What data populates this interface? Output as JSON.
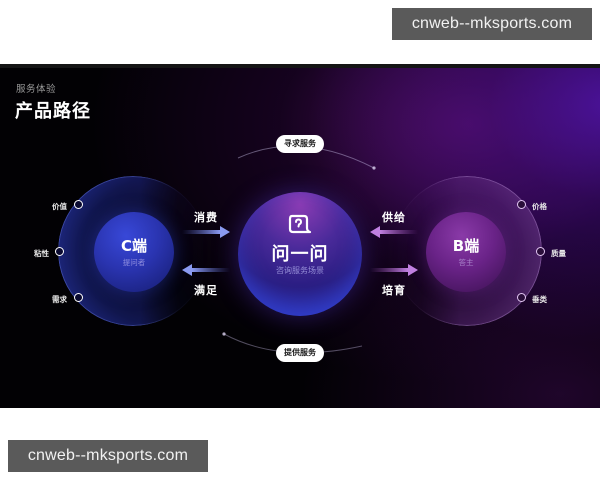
{
  "watermarks": {
    "top": "cnweb--mksports.com",
    "bottom": "cnweb--mksports.com"
  },
  "slide": {
    "subtitle": "服务体验",
    "title": "产品路径",
    "pills": {
      "top": "寻求服务",
      "bottom": "提供服务"
    },
    "center": {
      "icon": "question-bubble-icon",
      "title": "问一问",
      "subtitle": "咨询服务场景"
    },
    "c_side": {
      "title": "C端",
      "subtitle": "提问者",
      "attributes": [
        "价值",
        "粘性",
        "需求"
      ]
    },
    "b_side": {
      "title": "B端",
      "subtitle": "答主",
      "attributes": [
        "价格",
        "质量",
        "垂类"
      ]
    },
    "flows": {
      "left_top": "消费",
      "left_bottom": "满足",
      "right_top": "供给",
      "right_bottom": "培育"
    },
    "colors": {
      "c_accent": "#2a34b0",
      "b_accent": "#6a2388",
      "background": "#020104",
      "purple_glow": "#5014aa"
    }
  }
}
